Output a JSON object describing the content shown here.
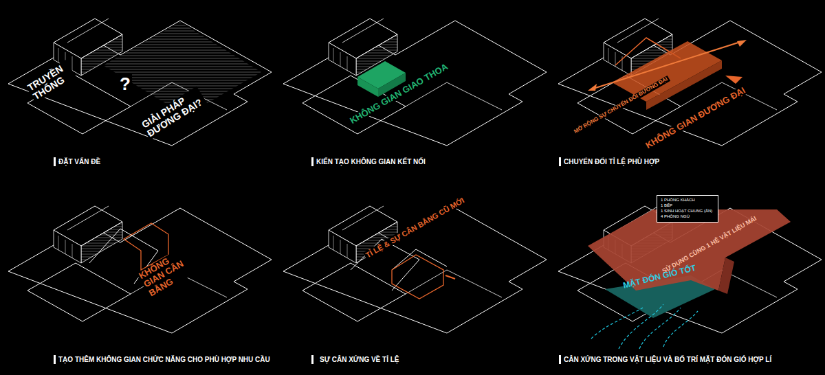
{
  "diagram": {
    "nodes": [
      {
        "text": [
          "1 PHÒNG KHÁCH",
          "1 BẾP",
          "1 SINH HOẠT CHUNG (ĂN)",
          "4 PHÒNG NGỦ"
        ]
      }
    ],
    "labels": [
      "TRUYỀN THỐNG",
      "?",
      "GIẢI PHÁP ĐƯƠNG ĐẠI?",
      "ĐẶT VẤN ĐỀ",
      "KHÔNG GIAN GIAO THOA",
      "KIẾN TẠO KHÔNG GIAN KẾT NỐI",
      "MỞ RỘNG SỰ CHUYỂN ĐỔI ĐƯƠNG ĐẠI",
      "KHÔNG GIAN ĐƯƠNG ĐẠI",
      "CHUYỂN ĐỔI TỈ LỆ PHÙ HỢP",
      "KHÔNG GIAN CÂN BẰNG",
      "TẠO THÊM KHÔNG GIAN CHỨC NĂNG CHO PHÙ HỢP NHU CẦU",
      "TỈ LỆ & SỰ CÂN BẰNG CŨ MỚI",
      "SỰ CÂN XỨNG VỀ TỈ LỆ",
      "SỬ DỤNG CÙNG 1 HỆ VẬT LIỆU MÁI",
      "MẶT ĐÓN GIÓ TỐT",
      "CÂN XỨNG TRONG VẬT LIỆU VÀ BỐ TRÍ MẶT ĐÓN GIÓ HỢP LÍ"
    ]
  }
}
